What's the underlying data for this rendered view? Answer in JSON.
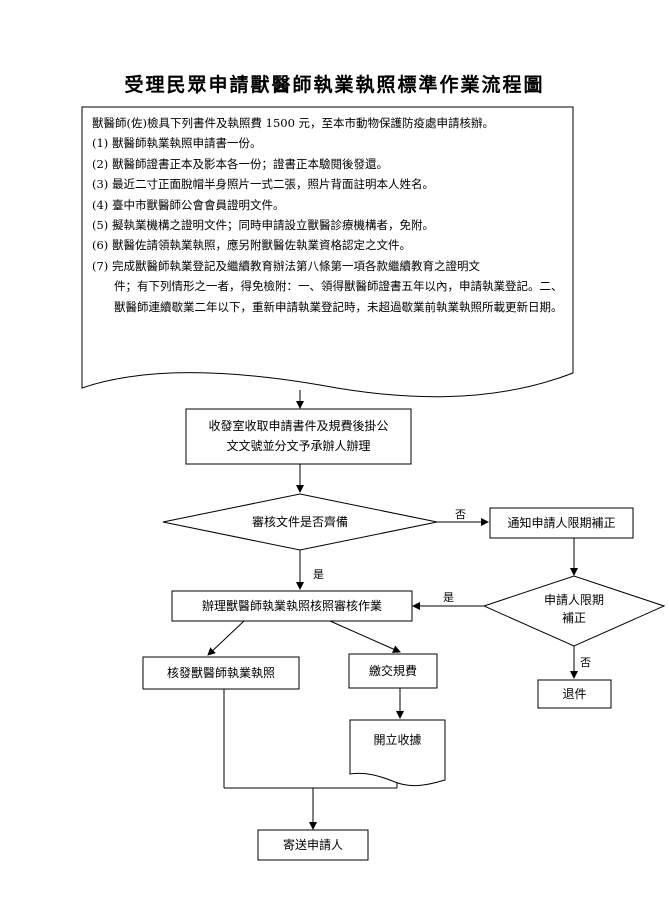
{
  "title": "受理民眾申請獸醫師執業執照標準作業流程圖",
  "requirements": {
    "intro": "獸醫師(佐)檢具下列書件及執照費 1500 元，至本市動物保護防疫處申請核辦。",
    "items": [
      "(1) 獸醫師執業執照申請書一份。",
      "(2) 獸醫師證書正本及影本各一份；證書正本驗閱後發還。",
      "(3) 最近二寸正面脫帽半身照片一式二張，照片背面註明本人姓名。",
      "(4) 臺中市獸醫師公會會員證明文件。",
      "(5) 擬執業機構之證明文件；同時申請設立獸醫診療機構者，免附。",
      "(6) 獸醫佐請領執業執照，應另附獸醫佐執業資格認定之文件。"
    ],
    "item7_first": "(7) 完成獸醫師執業登記及繼續教育辦法第八條第一項各款繼續教育之證明文",
    "item7_cont": "件；有下列情形之一者，得免檢附：一、領得獸醫師證書五年以內，申請執業登記。二、獸醫師連續歇業二年以下，重新申請執業登記時，未超過歇業前執業執照所載更新日期。"
  },
  "nodes": {
    "receive": [
      "收發室收取申請書件及規費後掛公",
      "文文號並分文予承辦人辦理"
    ],
    "check": "審核文件是否齊備",
    "notify": "通知申請人限期補正",
    "deadline": [
      "申請人限期",
      "補正"
    ],
    "process": "辦理獸醫師執業執照核照審核作業",
    "issue": "核發獸醫師執業執照",
    "fee": "繳交規費",
    "receipt": "開立收據",
    "return": "退件",
    "send": "寄送申請人"
  },
  "edge_labels": {
    "no1": "否",
    "yes1": "是",
    "yes2": "是",
    "no2": "否"
  }
}
